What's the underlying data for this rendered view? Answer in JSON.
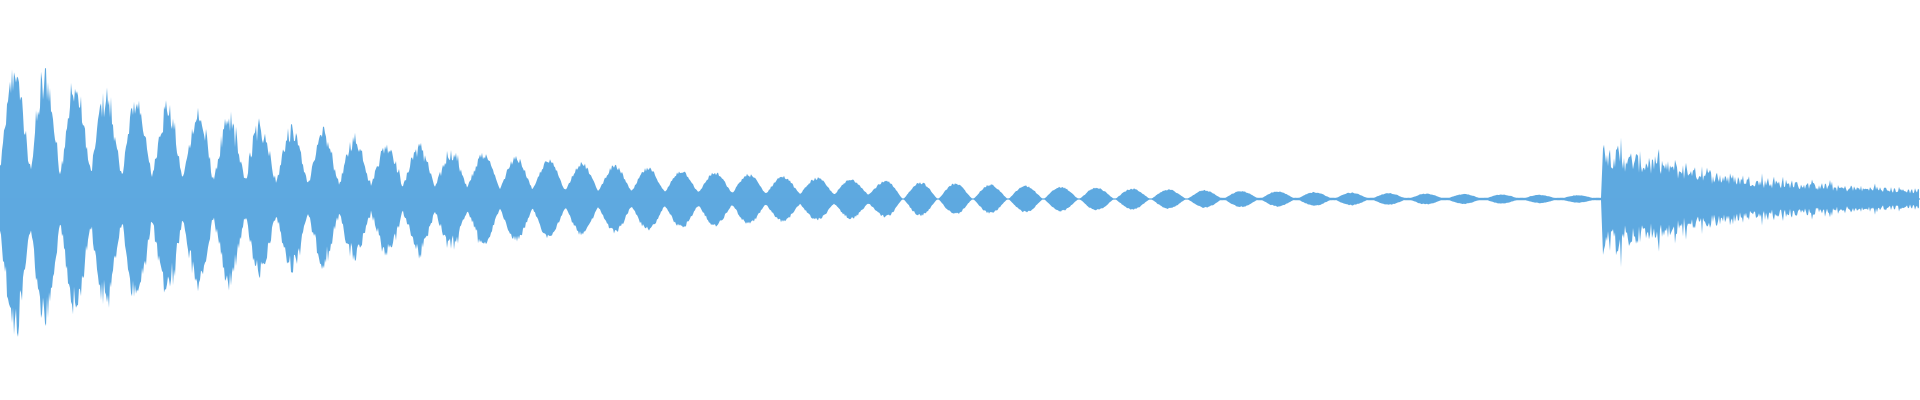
{
  "waveform": {
    "color": "#5ea9e0",
    "background": "#ffffff",
    "description_note": "",
    "segments": [
      {
        "name": "beating-tone",
        "pulses": 52,
        "start_amplitude": 1.0,
        "end_amplitude": 0.02
      },
      {
        "name": "silence-line",
        "amplitude": 0.01
      },
      {
        "name": "noise-burst",
        "start_amplitude": 0.65,
        "end_amplitude": 0.08
      }
    ]
  }
}
